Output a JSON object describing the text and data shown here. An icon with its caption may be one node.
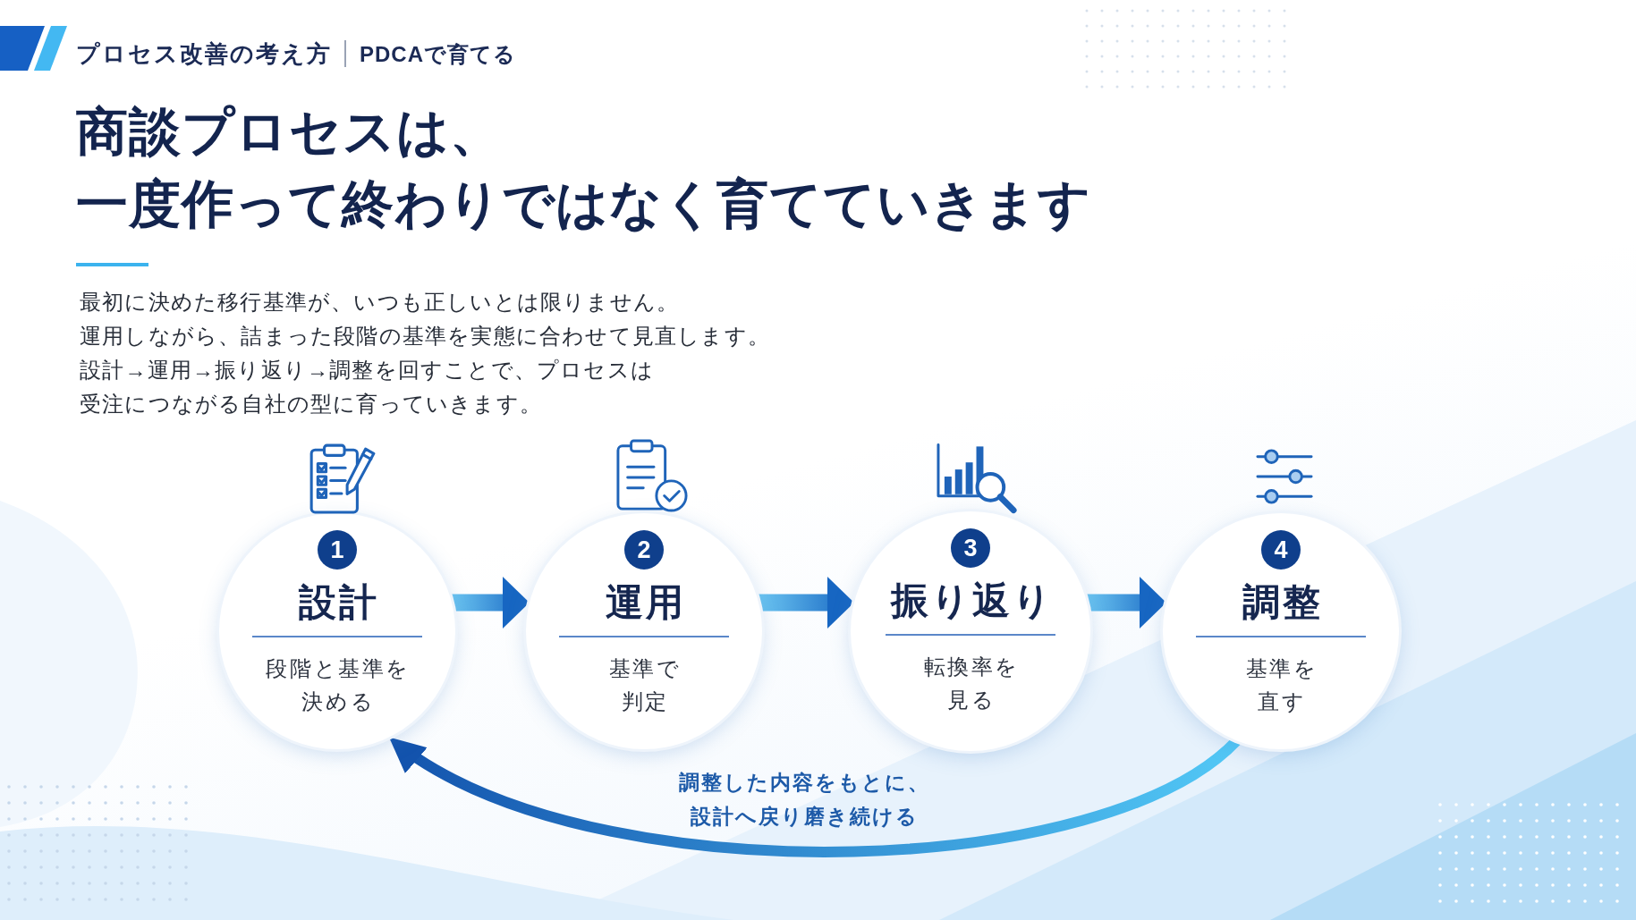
{
  "diagram": {
    "title": "商談プロセスは、一度作って終わりではなく育てていきます",
    "nodes": [
      {
        "text": [
          "1",
          "設計",
          "段階と基準を決める"
        ]
      },
      {
        "text": [
          "2",
          "運用",
          "基準で判定"
        ]
      },
      {
        "text": [
          "3",
          "振り返り",
          "転換率を見る"
        ]
      },
      {
        "text": [
          "4",
          "調整",
          "基準を直す"
        ]
      }
    ],
    "edges": [
      {
        "from": 0,
        "to": 1,
        "arrow": "to"
      },
      {
        "from": 1,
        "to": 2,
        "arrow": "to"
      },
      {
        "from": 2,
        "to": 3,
        "arrow": "to"
      },
      {
        "from": 3,
        "to": 0,
        "arrow": "to",
        "label": "調整した内容をもとに、設計へ戻り磨き続ける"
      }
    ],
    "labels": [
      "プロセス改善の考え方",
      "PDCAで育てる",
      "最初に決めた移行基準が、いつも正しいとは限りません。",
      "運用しながら、詰まった段階の基準を実態に合わせて見直します。",
      "設計→運用→振り返り→調整を回すことで、プロセスは受注につながる自社の型に育っていきます。"
    ]
  }
}
